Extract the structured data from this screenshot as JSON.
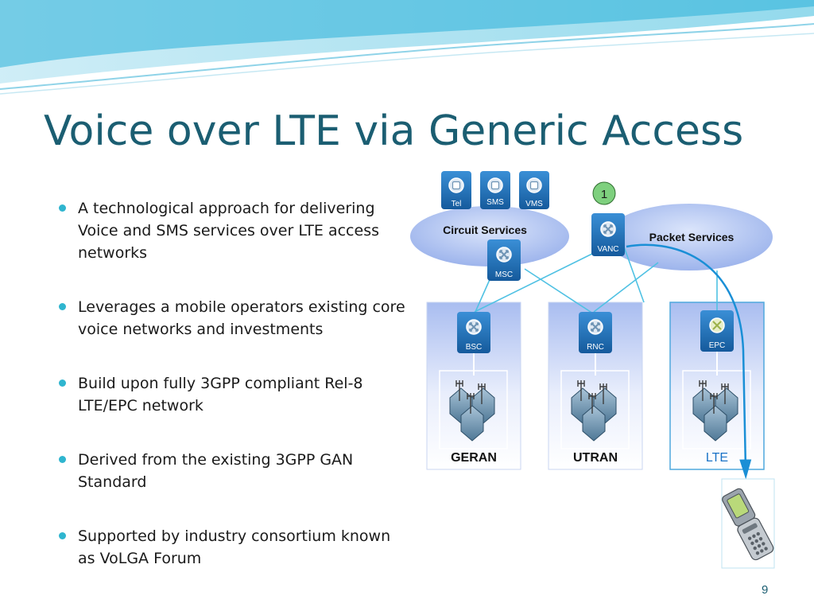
{
  "slide": {
    "title": "Voice over LTE via Generic Access",
    "bullets": [
      "A technological approach for delivering  Voice and SMS services over LTE access networks",
      "Leverages  a mobile operators existing core voice networks and investments",
      "Build upon fully 3GPP compliant Rel-8 LTE/EPC network",
      "Derived from the existing 3GPP GAN Standard",
      "Supported by industry consortium known as VoLGA Forum"
    ],
    "page_number": "9"
  },
  "diagram": {
    "services": {
      "tel": "Tel",
      "sms": "SMS",
      "vms": "VMS"
    },
    "clouds": {
      "circuit": "Circuit Services",
      "packet": "Packet Services"
    },
    "nodes": {
      "msc": "MSC",
      "vanc": "VANC",
      "bsc": "BSC",
      "rnc": "RNC",
      "epc": "EPC"
    },
    "step_badge": "1",
    "access_networks": {
      "geran": "GERAN",
      "utran": "UTRAN",
      "lte": "LTE"
    }
  },
  "colors": {
    "title": "#1b5e72",
    "bullet": "#2fb5cf",
    "node": "#1f6fb2",
    "cloud": "#9db4ec",
    "link": "#4fc1e3",
    "lte_label": "#1a73c7",
    "badge": "#7ed07e"
  }
}
